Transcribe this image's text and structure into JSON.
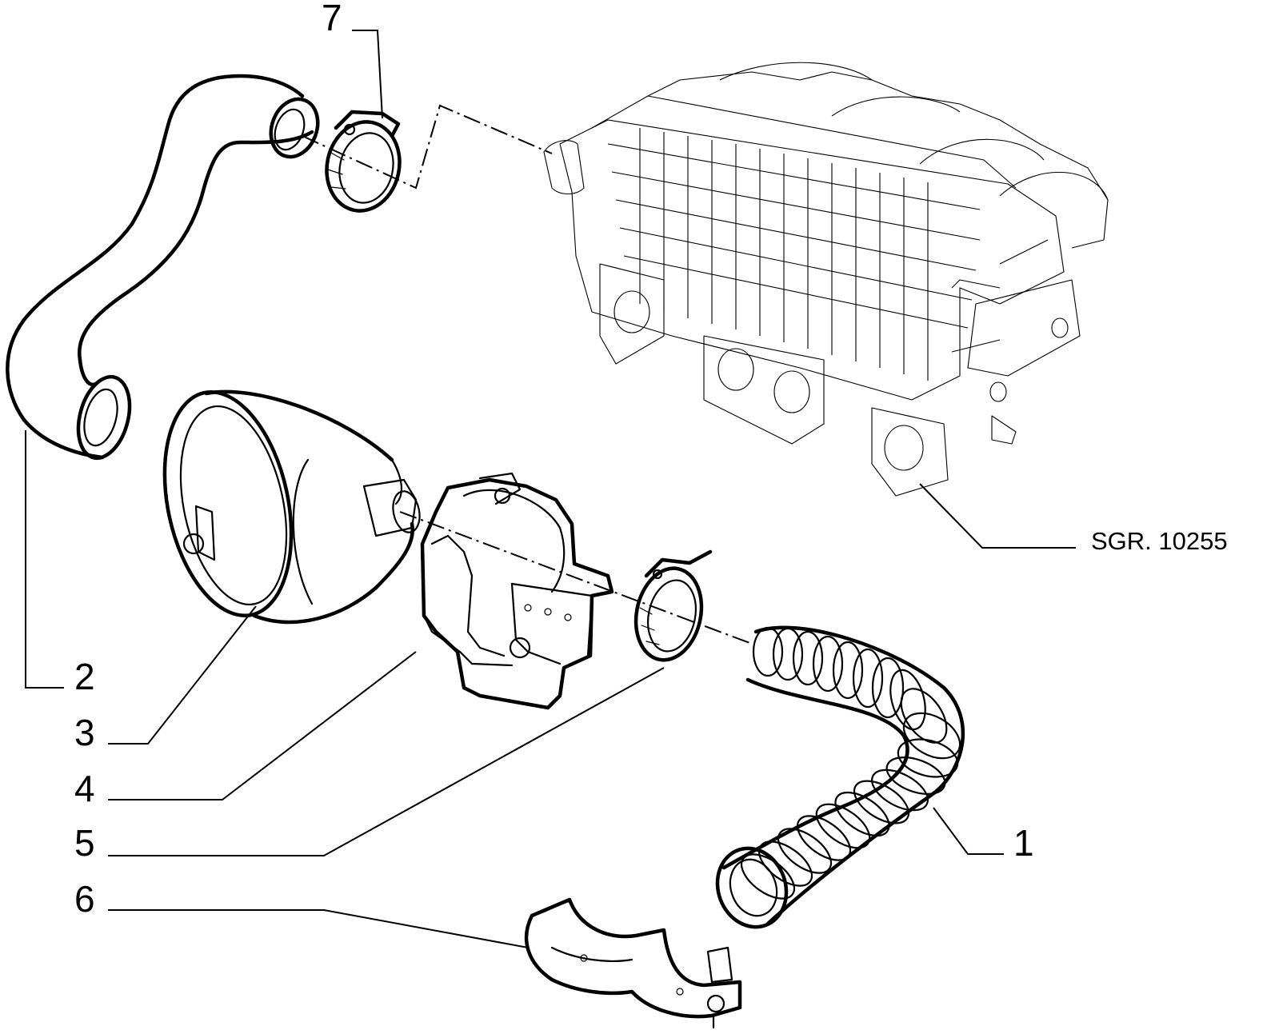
{
  "diagram": {
    "reference": "SGR. 10255",
    "callouts": [
      {
        "id": "1",
        "label": "1"
      },
      {
        "id": "2",
        "label": "2"
      },
      {
        "id": "3",
        "label": "3"
      },
      {
        "id": "4",
        "label": "4"
      },
      {
        "id": "5",
        "label": "5"
      },
      {
        "id": "6",
        "label": "6"
      },
      {
        "id": "7",
        "label": "7"
      }
    ]
  },
  "colors": {
    "ink": "#000000",
    "paper": "#ffffff"
  }
}
